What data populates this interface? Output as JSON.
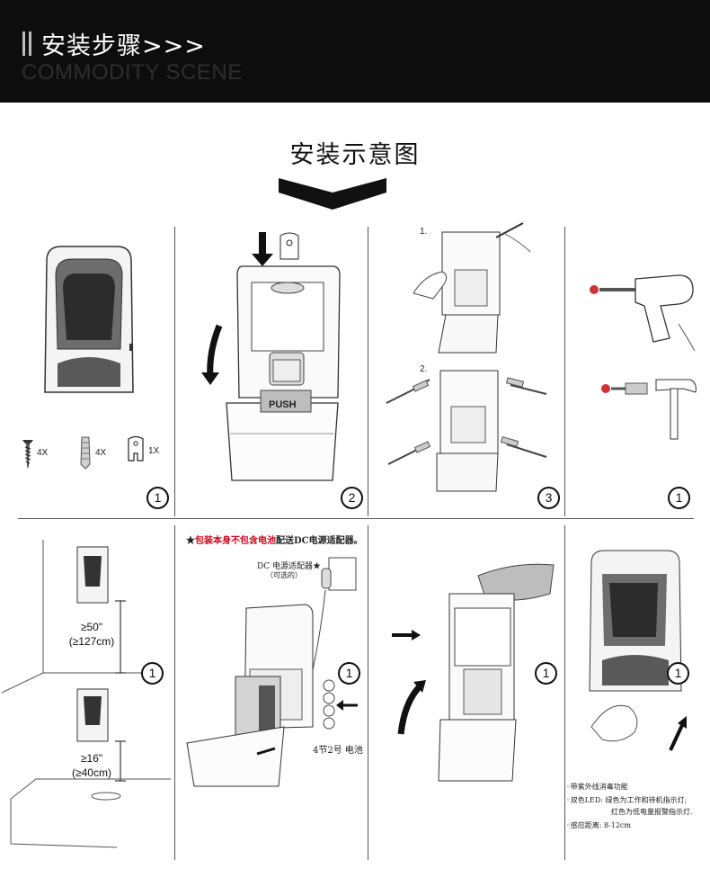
{
  "header": {
    "title": "安装步骤>>>",
    "subtitle": "COMMODITY SCENE"
  },
  "section_title": "安装示意图",
  "panel1": {
    "screw_qty": "4X",
    "anchor_qty": "4X",
    "bracket_qty": "1X",
    "step": "1"
  },
  "panel2": {
    "push_label": "PUSH",
    "step": "2"
  },
  "panel3": {
    "sub1": "1.",
    "sub2": "2.",
    "step": "3"
  },
  "panel4": {
    "step": "1"
  },
  "panel5": {
    "height_high_in": "≥50\"",
    "height_high_cm": "(≥127cm)",
    "height_low_in": "≥16\"",
    "height_low_cm": "(≥40cm)",
    "step": "1"
  },
  "panel6": {
    "note_prefix": "★",
    "note_red": "包装本身不包含电池",
    "note_rest": "配送DC电源适配器。",
    "adapter_label": "DC 电源适配器★",
    "adapter_optional": "（可选的）",
    "battery_label": "4节2号 电池",
    "step": "1"
  },
  "panel7": {
    "step": "1"
  },
  "panel8": {
    "step": "1",
    "features": [
      "◦带紫外线消毒功能",
      "◦双色LED: 绿色为工作和待机指示灯;",
      "红色为低电量报警指示灯.",
      "◦感应距离: 8-12cm"
    ]
  }
}
